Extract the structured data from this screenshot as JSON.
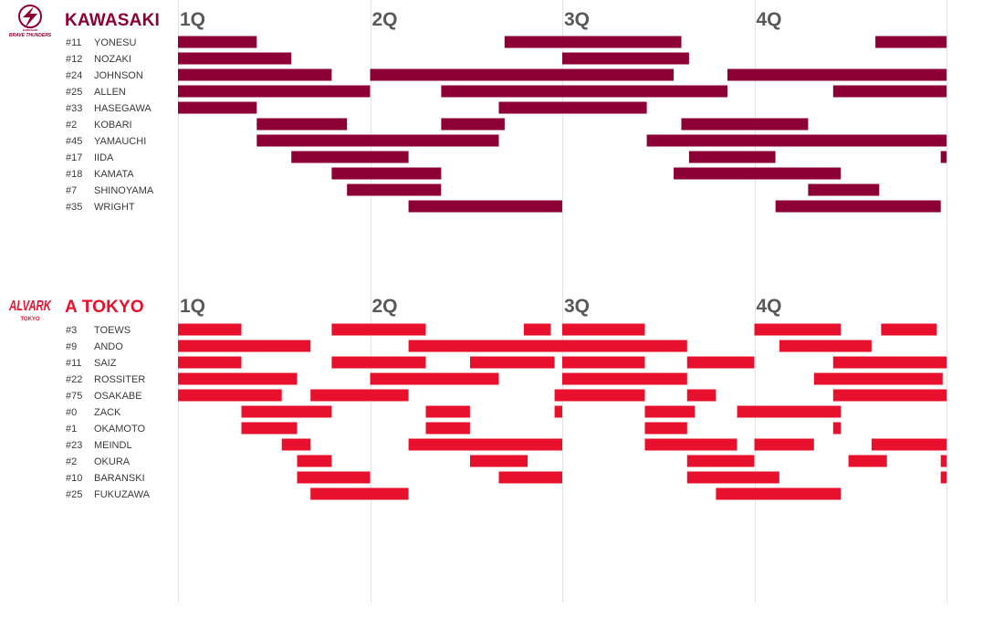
{
  "chart_data": {
    "type": "bar",
    "subtype": "stint-timeline",
    "x_unit": "game minutes",
    "xlim": [
      0,
      40
    ],
    "quarter_labels": [
      "1Q",
      "2Q",
      "3Q",
      "4Q"
    ],
    "grid": true,
    "teams": [
      {
        "name": "KAWASAKI",
        "color": "#8c0036",
        "logo": {
          "icon": "thunderbolt-circle-icon",
          "top_text": "KAWASAKI",
          "bottom_text": "BRAVE THUNDERS"
        },
        "players": [
          {
            "number": "#11",
            "name": "YONESU",
            "stints": [
              [
                0,
                4.1
              ],
              [
                17,
                26.2
              ],
              [
                36.3,
                40
              ]
            ]
          },
          {
            "number": "#12",
            "name": "NOZAKI",
            "stints": [
              [
                0,
                5.9
              ],
              [
                20,
                26.6
              ]
            ]
          },
          {
            "number": "#24",
            "name": "JOHNSON",
            "stints": [
              [
                0,
                8
              ],
              [
                10,
                25.8
              ],
              [
                28.6,
                40
              ]
            ]
          },
          {
            "number": "#25",
            "name": "ALLEN",
            "stints": [
              [
                0,
                10
              ],
              [
                13.7,
                28.6
              ],
              [
                34.1,
                40
              ]
            ]
          },
          {
            "number": "#33",
            "name": "HASEGAWA",
            "stints": [
              [
                0,
                4.1
              ],
              [
                16.7,
                24.4
              ]
            ]
          },
          {
            "number": "#2",
            "name": "KOBARI",
            "stints": [
              [
                4.1,
                8.8
              ],
              [
                13.7,
                17
              ],
              [
                26.2,
                32.8
              ]
            ]
          },
          {
            "number": "#45",
            "name": "YAMAUCHI",
            "stints": [
              [
                4.1,
                16.7
              ],
              [
                24.4,
                40
              ]
            ]
          },
          {
            "number": "#17",
            "name": "IIDA",
            "stints": [
              [
                5.9,
                12
              ],
              [
                26.6,
                31.1
              ],
              [
                39.7,
                40
              ]
            ]
          },
          {
            "number": "#18",
            "name": "KAMATA",
            "stints": [
              [
                8,
                13.7
              ],
              [
                25.8,
                34.5
              ]
            ]
          },
          {
            "number": "#7",
            "name": "SHINOYAMA",
            "stints": [
              [
                8.8,
                13.7
              ],
              [
                32.8,
                36.5
              ]
            ]
          },
          {
            "number": "#35",
            "name": "WRIGHT",
            "stints": [
              [
                12,
                20
              ],
              [
                31.1,
                39.7
              ]
            ]
          }
        ]
      },
      {
        "name": "A TOKYO",
        "color": "#e8112d",
        "logo": {
          "icon": "alvark-wordmark-icon",
          "top_text": "ALVARK",
          "bottom_text": "TOKYO"
        },
        "players": [
          {
            "number": "#3",
            "name": "TOEWS",
            "stints": [
              [
                0,
                3.3
              ],
              [
                8,
                12.9
              ],
              [
                18,
                19.4
              ],
              [
                20,
                24.3
              ],
              [
                30,
                34.5
              ],
              [
                36.6,
                39.5
              ]
            ]
          },
          {
            "number": "#9",
            "name": "ANDO",
            "stints": [
              [
                0,
                6.9
              ],
              [
                12,
                26.5
              ],
              [
                31.3,
                36.1
              ]
            ]
          },
          {
            "number": "#11",
            "name": "SAIZ",
            "stints": [
              [
                0,
                3.3
              ],
              [
                8,
                12.9
              ],
              [
                15.2,
                19.6
              ],
              [
                20,
                24.3
              ],
              [
                26.5,
                30
              ],
              [
                34.1,
                40
              ]
            ]
          },
          {
            "number": "#22",
            "name": "ROSSITER",
            "stints": [
              [
                0,
                6.2
              ],
              [
                10,
                16.7
              ],
              [
                20,
                26.5
              ],
              [
                33.1,
                39.8
              ]
            ]
          },
          {
            "number": "#75",
            "name": "OSAKABE",
            "stints": [
              [
                0,
                5.4
              ],
              [
                6.9,
                12
              ],
              [
                19.6,
                24.3
              ],
              [
                26.5,
                28
              ],
              [
                34.1,
                40
              ]
            ]
          },
          {
            "number": "#0",
            "name": "ZACK",
            "stints": [
              [
                3.3,
                8
              ],
              [
                12.9,
                15.2
              ],
              [
                19.6,
                20
              ],
              [
                24.3,
                26.9
              ],
              [
                29.1,
                34.5
              ]
            ]
          },
          {
            "number": "#1",
            "name": "OKAMOTO",
            "stints": [
              [
                3.3,
                6.2
              ],
              [
                12.9,
                15.2
              ],
              [
                24.3,
                26.5
              ],
              [
                34.1,
                34.5
              ]
            ]
          },
          {
            "number": "#23",
            "name": "MEINDL",
            "stints": [
              [
                5.4,
                6.9
              ],
              [
                12,
                20
              ],
              [
                24.3,
                29.1
              ],
              [
                30,
                33.1
              ],
              [
                36.1,
                40
              ]
            ]
          },
          {
            "number": "#2",
            "name": "OKURA",
            "stints": [
              [
                6.2,
                8
              ],
              [
                15.2,
                18.2
              ],
              [
                26.5,
                30
              ],
              [
                34.9,
                36.9
              ],
              [
                39.7,
                40
              ]
            ]
          },
          {
            "number": "#10",
            "name": "BARANSKI",
            "stints": [
              [
                6.2,
                10
              ],
              [
                16.7,
                20
              ],
              [
                26.5,
                31.3
              ],
              [
                39.7,
                40
              ]
            ]
          },
          {
            "number": "#25",
            "name": "FUKUZAWA",
            "stints": [
              [
                6.9,
                12
              ],
              [
                28,
                34.5
              ]
            ]
          }
        ]
      }
    ]
  }
}
